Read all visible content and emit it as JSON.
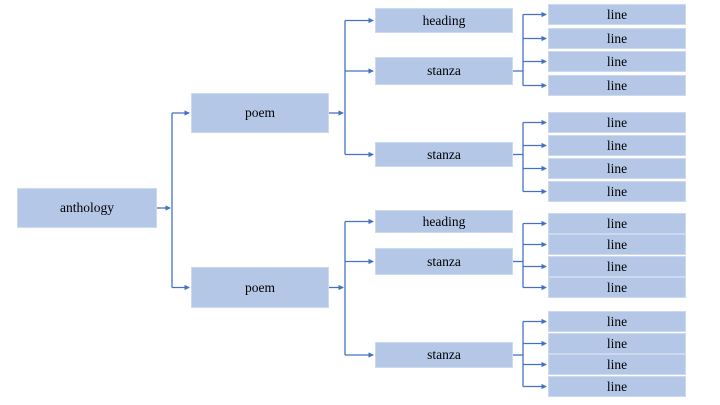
{
  "diagram": {
    "type": "tree",
    "direction": "left-to-right",
    "colors": {
      "node_fill": "#b4c7e7",
      "node_border": "#cdd9ef",
      "connector": "#4472c4",
      "text": "#000000"
    },
    "root": {
      "label": "anthology"
    },
    "poems": [
      {
        "label": "poem",
        "children": [
          {
            "label": "heading",
            "lines": []
          },
          {
            "label": "stanza",
            "lines": [
              "line",
              "line",
              "line",
              "line"
            ]
          },
          {
            "label": "stanza",
            "lines": [
              "line",
              "line",
              "line",
              "line"
            ]
          }
        ]
      },
      {
        "label": "poem",
        "children": [
          {
            "label": "heading",
            "lines": []
          },
          {
            "label": "stanza",
            "lines": [
              "line",
              "line",
              "line",
              "line"
            ]
          },
          {
            "label": "stanza",
            "lines": [
              "line",
              "line",
              "line",
              "line"
            ]
          }
        ]
      }
    ]
  }
}
